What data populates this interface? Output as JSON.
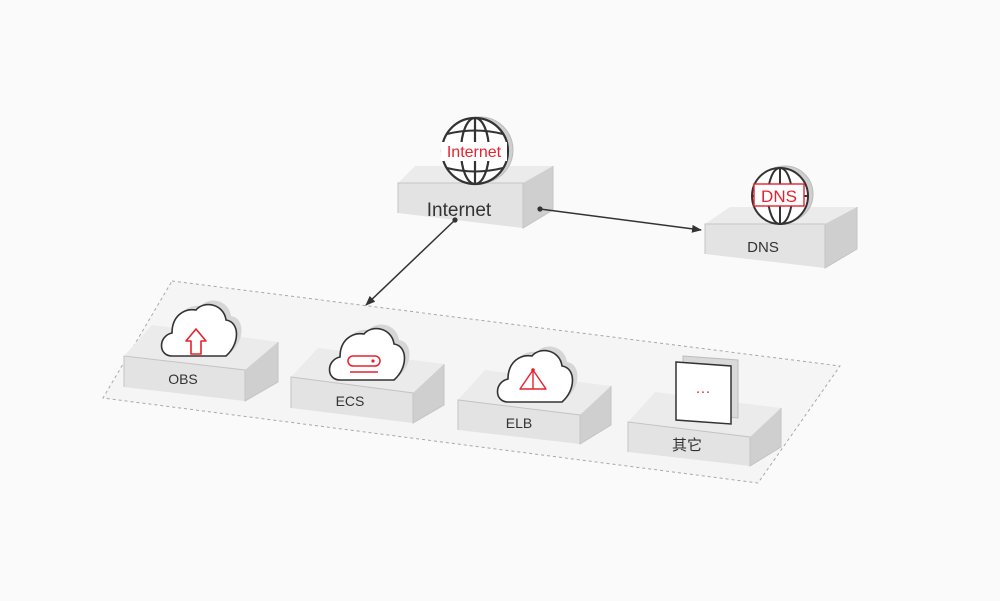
{
  "diagram": {
    "internet_node": {
      "label": "Internet",
      "icon_text": "Internet",
      "icon": "globe-icon"
    },
    "dns_node": {
      "label": "DNS",
      "icon_text": "DNS",
      "icon": "globe-icon"
    },
    "services": [
      {
        "label": "OBS",
        "icon": "cloud-upload-icon"
      },
      {
        "label": "ECS",
        "icon": "cloud-server-icon"
      },
      {
        "label": "ELB",
        "icon": "cloud-balancer-icon"
      },
      {
        "label": "其它",
        "icon": "document-more-icon",
        "icon_text": "···"
      }
    ],
    "edges": [
      {
        "from": "Internet",
        "to": "DNS"
      },
      {
        "from": "Internet",
        "to": "services-group"
      }
    ]
  },
  "colors": {
    "accent": "#e8212e",
    "line": "#333333",
    "platform_top": "#ebebeb",
    "platform_front": "#e3e3e3",
    "platform_side": "#cfcfcf",
    "background": "#fafafa"
  }
}
